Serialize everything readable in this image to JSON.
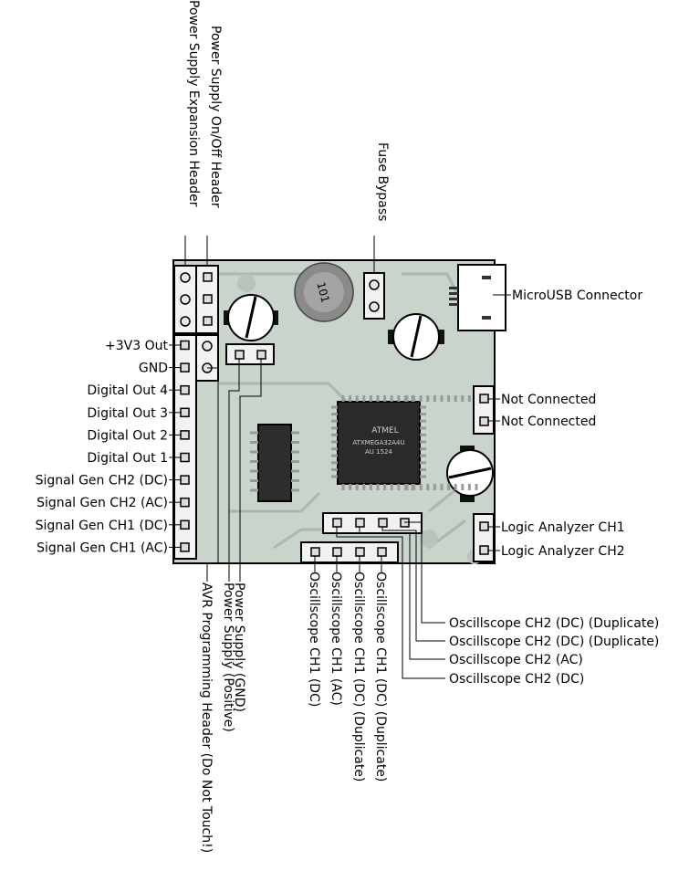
{
  "labels": {
    "top_expansion": "Power Supply Expansion Header",
    "top_onoff": "Power Supply On/Off Header",
    "top_fuse": "Fuse Bypass",
    "microusb": "MicroUSB Connector",
    "nc1": "Not Connected",
    "nc2": "Not Connected",
    "la1": "Logic Analyzer CH1",
    "la2": "Logic Analyzer CH2",
    "left": [
      "+3V3 Out",
      "GND",
      "Digital Out 4",
      "Digital Out 3",
      "Digital Out 2",
      "Digital Out 1",
      "Signal Gen CH2 (DC)",
      "Signal Gen CH2 (AC)",
      "Signal Gen CH1 (DC)",
      "Signal Gen CH1 (AC)"
    ],
    "bottom_avr": "AVR Programming Header (Do Not Touch!)",
    "bottom_pos": "Power Supply (Positive)",
    "bottom_gnd": "Power Supply (GND)",
    "osc_bottom": [
      "Oscillscope CH1 (DC)",
      "Oscillscope CH1 (AC)",
      "Oscillscope CH1 (DC) (Duplicate)",
      "Oscillscope CH1 (DC) (Duplicate)"
    ],
    "osc_right": [
      "Oscillscope CH2 (DC) (Duplicate)",
      "Oscillscope CH2 (DC) (Duplicate)",
      "Oscillscope CH2 (AC)",
      "Oscillscope CH2 (DC)"
    ]
  },
  "chip_text": {
    "line1": "ATMEL",
    "line2": "ATXMEGA32A4U",
    "line3": "AU 1524"
  },
  "inductor_text": "101"
}
